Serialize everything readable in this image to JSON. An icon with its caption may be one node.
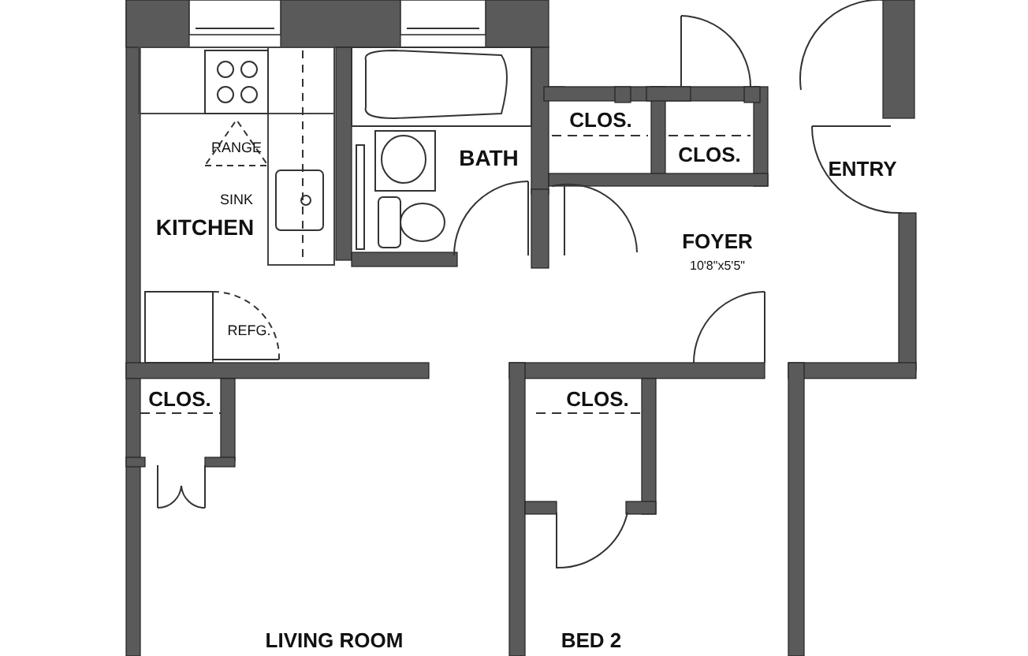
{
  "diagram": {
    "labels": [
      "CLOS.",
      "CLOS.",
      "RANGE",
      "BATH",
      "ENTRY",
      "SINK",
      "KITCHEN",
      "FOYER",
      "10'8\"x5'5\"",
      "REFG.",
      "CLOS.",
      "CLOS.",
      "LIVING ROOM",
      "BED 2"
    ]
  }
}
